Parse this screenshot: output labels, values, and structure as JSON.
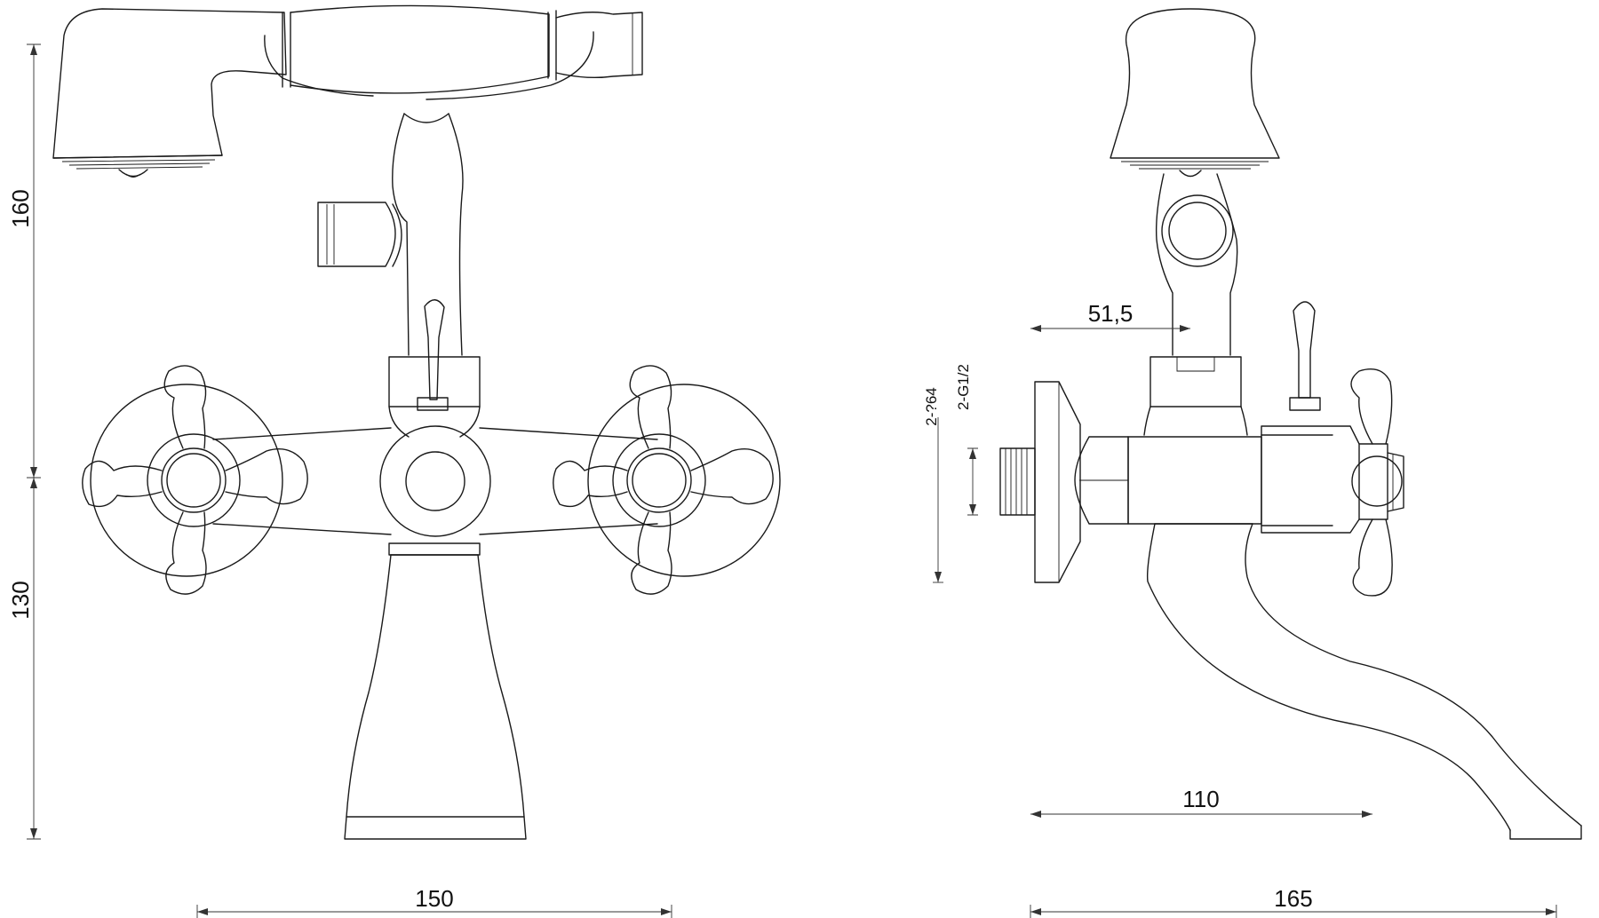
{
  "dimensions": {
    "front_height_upper": "160",
    "front_height_lower": "130",
    "front_width": "150",
    "side_connector_offset": "51,5",
    "side_spout_reach": "110",
    "side_total_depth": "165",
    "connection_diameter": "2-?64",
    "connection_thread": "2-G1/2"
  },
  "colors": {
    "line": "#1a1a1a",
    "background": "#ffffff"
  }
}
